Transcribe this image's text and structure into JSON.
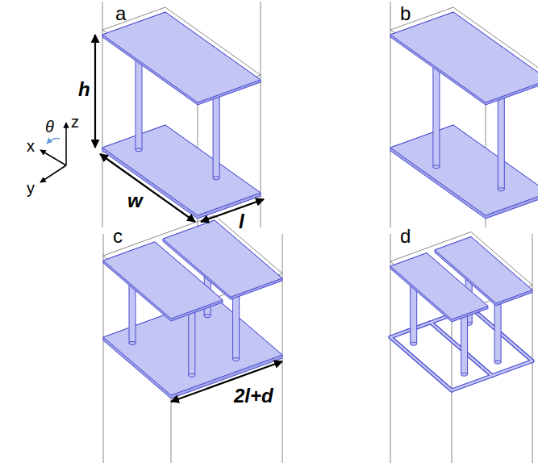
{
  "diagram": {
    "labels": [
      "a",
      "h",
      "θ",
      "z",
      "x",
      "y",
      "w",
      "l",
      "b",
      "c",
      "2l+d",
      "d"
    ]
  }
}
